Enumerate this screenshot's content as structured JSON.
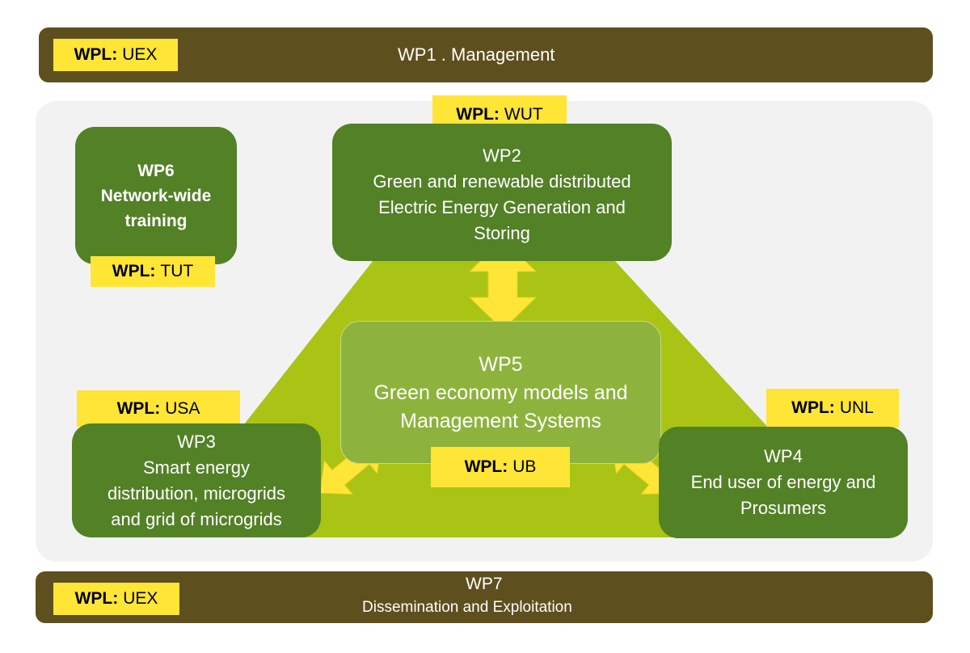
{
  "colors": {
    "bar": "#5e4f1e",
    "box": "#538126",
    "wp5_box": "#8db33d",
    "triangle": "#a9c414",
    "tag": "#ffe536",
    "panel": "#f2f2f2"
  },
  "wp1": {
    "title": "WP1 . Management",
    "tag_prefix": "WPL:",
    "tag_value": "UEX"
  },
  "wp2": {
    "number": "WP2",
    "lines": [
      "Green and renewable distributed",
      "Electric Energy Generation and",
      "Storing"
    ],
    "tag_prefix": "WPL:",
    "tag_value": "WUT"
  },
  "wp3": {
    "number": "WP3",
    "lines": [
      "Smart energy",
      "distribution, microgrids",
      "and grid of microgrids"
    ],
    "tag_prefix": "WPL:",
    "tag_value": "USA"
  },
  "wp4": {
    "number": "WP4",
    "lines": [
      "End user of energy and",
      "Prosumers"
    ],
    "tag_prefix": "WPL:",
    "tag_value": "UNL"
  },
  "wp5": {
    "number": "WP5",
    "lines": [
      "Green economy models and",
      "Management Systems"
    ],
    "tag_prefix": "WPL:",
    "tag_value": "UB"
  },
  "wp6": {
    "number": "WP6",
    "lines": [
      "Network-wide",
      "training"
    ],
    "tag_prefix": "WPL:",
    "tag_value": "TUT"
  },
  "wp7": {
    "number": "WP7",
    "subtitle": "Dissemination and Exploitation",
    "tag_prefix": "WPL:",
    "tag_value": "UEX"
  },
  "arrows": [
    {
      "from": "WP2",
      "to": "WP5",
      "direction": "bidirectional"
    },
    {
      "from": "WP3",
      "to": "WP5",
      "direction": "bidirectional"
    },
    {
      "from": "WP4",
      "to": "WP5",
      "direction": "bidirectional"
    }
  ]
}
